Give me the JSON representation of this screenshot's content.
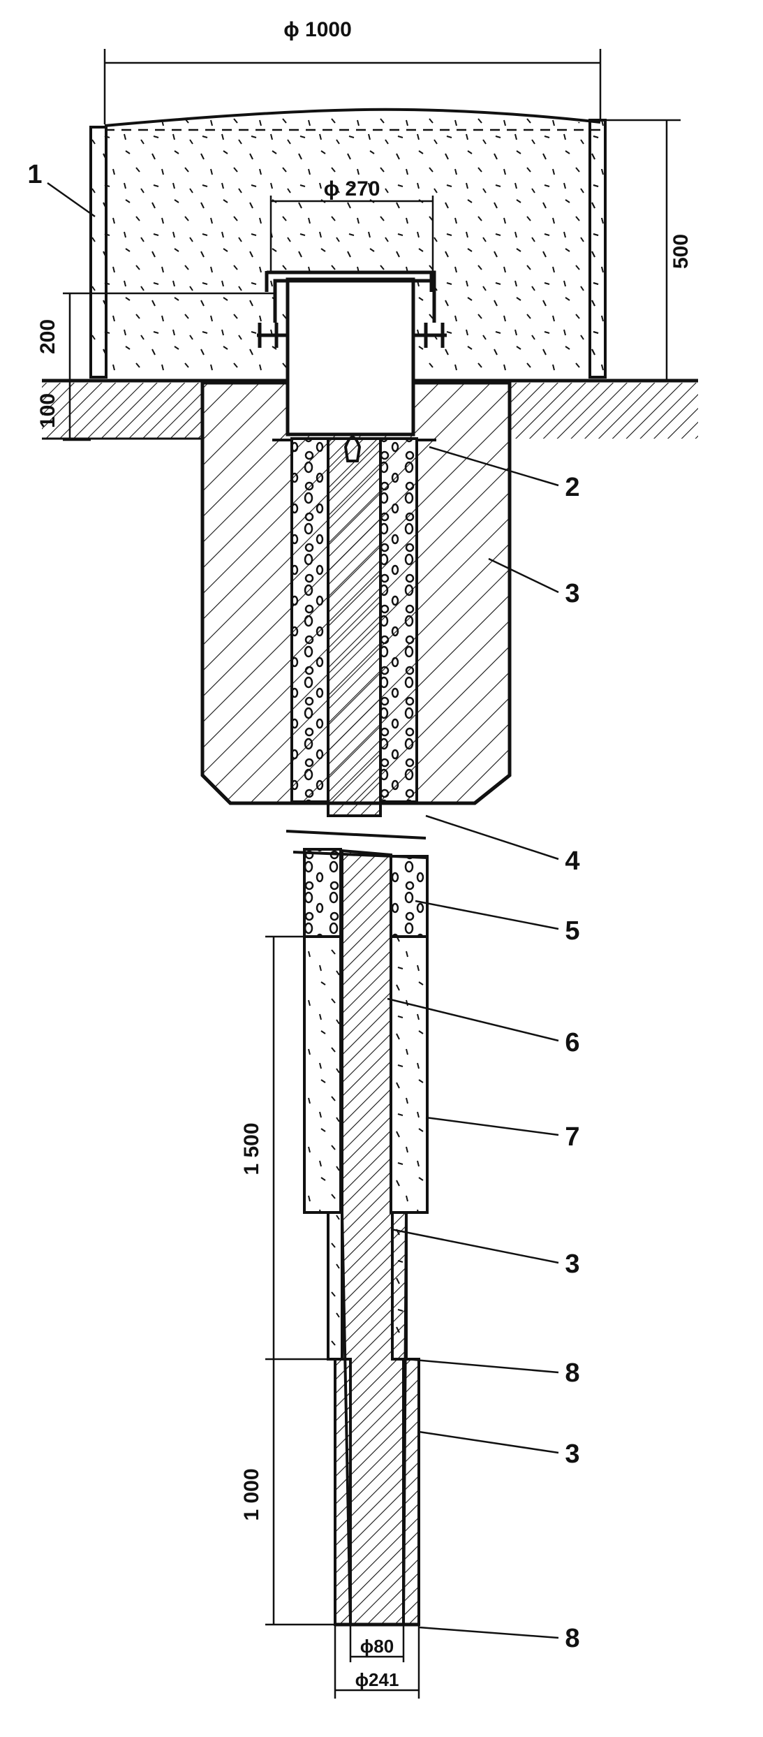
{
  "dimensions": {
    "outer_diameter": "ϕ 1000",
    "pipe_diameter": "ϕ 270",
    "box_height": "500",
    "cap_height": "200",
    "plate_thickness": "100",
    "upper_length": "1 500",
    "lower_length": "1 000",
    "inner_diameter": "ϕ80",
    "bore_diameter": "ϕ241"
  },
  "callouts": [
    "1",
    "2",
    "3",
    "4",
    "5",
    "6",
    "7",
    "3",
    "8",
    "3",
    "8"
  ],
  "colors": {
    "ink": "#111111",
    "paper": "#ffffff"
  }
}
